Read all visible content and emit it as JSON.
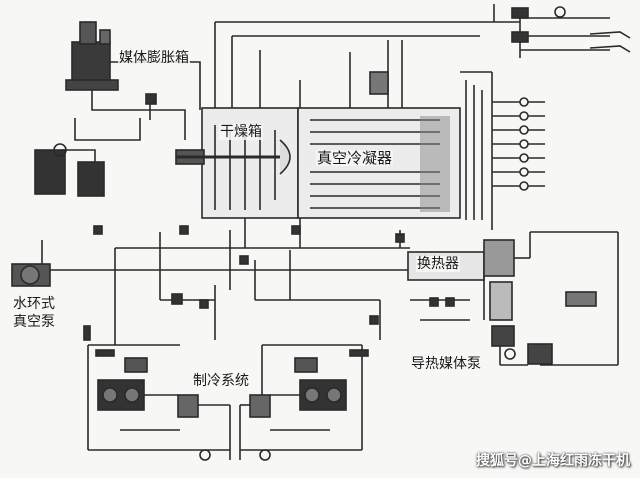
{
  "labels": {
    "expansion_tank": "媒体膨胀箱",
    "drying_chamber": "干燥箱",
    "vacuum_condenser": "真空冷凝器",
    "heat_exchanger": "换热器",
    "water_ring_pump_line1": "水环式",
    "water_ring_pump_line2": "真空泵",
    "refrigeration_system": "制冷系统",
    "heat_medium_pump": "导热媒体泵"
  },
  "watermark": "搜狐号@上海红雨冻干机"
}
